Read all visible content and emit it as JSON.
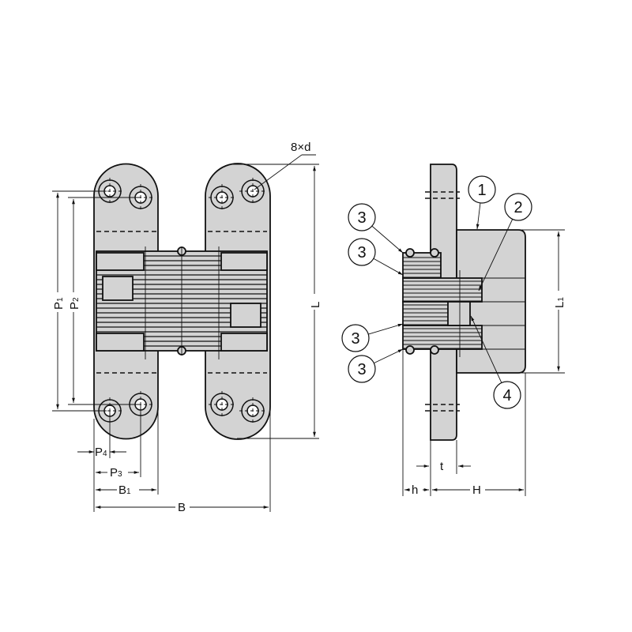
{
  "front_view": {
    "dimensions": {
      "holes": "8×d",
      "L": "L",
      "P1": "P",
      "P1_sub": "1",
      "P2": "P",
      "P2_sub": "2",
      "P3": "P",
      "P3_sub": "3",
      "P4": "P",
      "P4_sub": "4",
      "B1": "B",
      "B1_sub": "1",
      "B": "B"
    }
  },
  "side_view": {
    "dimensions": {
      "L1": "L",
      "L1_sub": "1",
      "h": "h",
      "t": "t",
      "H": "H"
    },
    "callouts": [
      "1",
      "2",
      "3",
      "3",
      "3",
      "3",
      "4"
    ]
  },
  "colors": {
    "part_fill": "#d3d3d3",
    "line": "#111111"
  }
}
